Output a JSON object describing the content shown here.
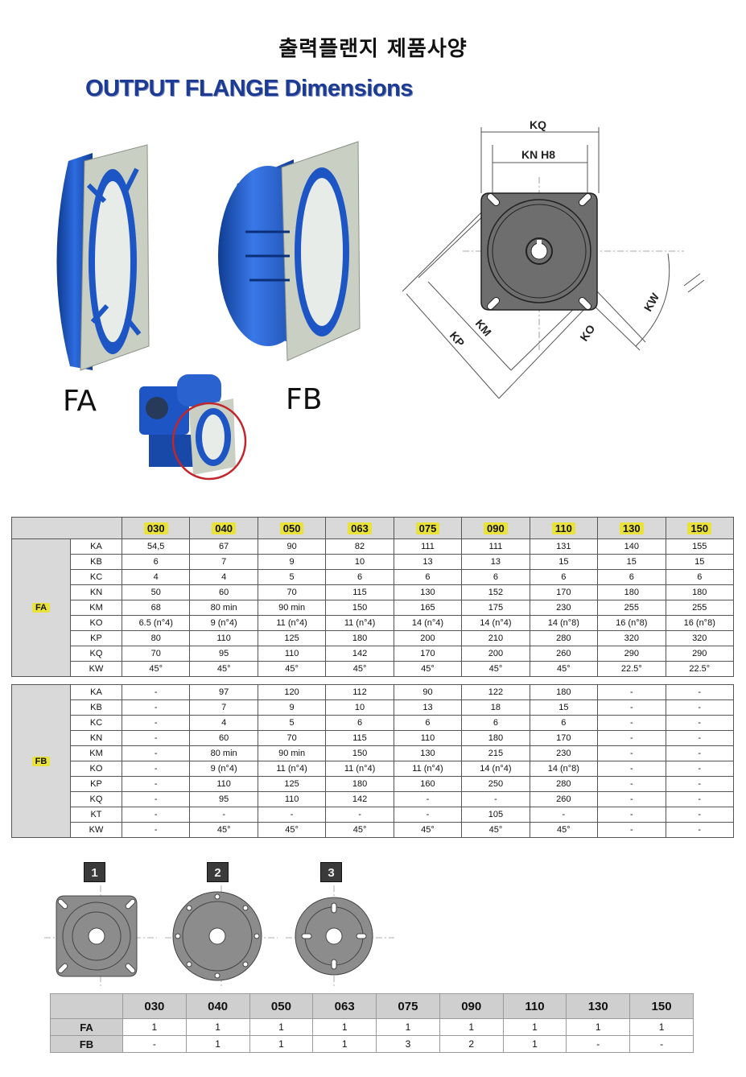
{
  "title_ko": "출력플랜지 제품사양",
  "title_en": "OUTPUT FLANGE Dimensions",
  "photo_labels": {
    "fa": "FA",
    "fb": "FB"
  },
  "drawing_labels": {
    "kq": "KQ",
    "kn": "KN H8",
    "km": "KM",
    "kp": "KP",
    "ko": "KO",
    "kw": "KW"
  },
  "sizes": [
    "030",
    "040",
    "050",
    "063",
    "075",
    "090",
    "110",
    "130",
    "150"
  ],
  "fa_table": {
    "group": "FA",
    "rows": [
      {
        "key": "KA",
        "values": [
          "54,5",
          "67",
          "90",
          "82",
          "111",
          "111",
          "131",
          "140",
          "155"
        ]
      },
      {
        "key": "KB",
        "values": [
          "6",
          "7",
          "9",
          "10",
          "13",
          "13",
          "15",
          "15",
          "15"
        ]
      },
      {
        "key": "KC",
        "values": [
          "4",
          "4",
          "5",
          "6",
          "6",
          "6",
          "6",
          "6",
          "6"
        ]
      },
      {
        "key": "KN",
        "values": [
          "50",
          "60",
          "70",
          "115",
          "130",
          "152",
          "170",
          "180",
          "180"
        ]
      },
      {
        "key": "KM",
        "values": [
          "68",
          "80 min",
          "90 min",
          "150",
          "165",
          "175",
          "230",
          "255",
          "255"
        ]
      },
      {
        "key": "KO",
        "values": [
          "6.5 (n°4)",
          "9 (n°4)",
          "11 (n°4)",
          "11 (n°4)",
          "14 (n°4)",
          "14 (n°4)",
          "14 (n°8)",
          "16 (n°8)",
          "16 (n°8)"
        ]
      },
      {
        "key": "KP",
        "values": [
          "80",
          "110",
          "125",
          "180",
          "200",
          "210",
          "280",
          "320",
          "320"
        ]
      },
      {
        "key": "KQ",
        "values": [
          "70",
          "95",
          "110",
          "142",
          "170",
          "200",
          "260",
          "290",
          "290"
        ]
      },
      {
        "key": "KW",
        "values": [
          "45°",
          "45°",
          "45°",
          "45°",
          "45°",
          "45°",
          "45°",
          "22.5°",
          "22.5°"
        ]
      }
    ]
  },
  "fb_table": {
    "group": "FB",
    "rows": [
      {
        "key": "KA",
        "values": [
          "-",
          "97",
          "120",
          "112",
          "90",
          "122",
          "180",
          "-",
          "-"
        ]
      },
      {
        "key": "KB",
        "values": [
          "-",
          "7",
          "9",
          "10",
          "13",
          "18",
          "15",
          "-",
          "-"
        ]
      },
      {
        "key": "KC",
        "values": [
          "-",
          "4",
          "5",
          "6",
          "6",
          "6",
          "6",
          "-",
          "-"
        ]
      },
      {
        "key": "KN",
        "values": [
          "-",
          "60",
          "70",
          "115",
          "110",
          "180",
          "170",
          "-",
          "-"
        ]
      },
      {
        "key": "KM",
        "values": [
          "-",
          "80 min",
          "90 min",
          "150",
          "130",
          "215",
          "230",
          "-",
          "-"
        ]
      },
      {
        "key": "KO",
        "values": [
          "-",
          "9 (n°4)",
          "11 (n°4)",
          "11 (n°4)",
          "11 (n°4)",
          "14 (n°4)",
          "14 (n°8)",
          "-",
          "-"
        ]
      },
      {
        "key": "KP",
        "values": [
          "-",
          "110",
          "125",
          "180",
          "160",
          "250",
          "280",
          "-",
          "-"
        ]
      },
      {
        "key": "KQ",
        "values": [
          "-",
          "95",
          "110",
          "142",
          "-",
          "-",
          "260",
          "-",
          "-"
        ]
      },
      {
        "key": "KT",
        "values": [
          "-",
          "-",
          "-",
          "-",
          "-",
          "105",
          "-",
          "-",
          "-"
        ]
      },
      {
        "key": "KW",
        "values": [
          "-",
          "45°",
          "45°",
          "45°",
          "45°",
          "45°",
          "45°",
          "-",
          "-"
        ]
      }
    ]
  },
  "shape_types": [
    "1",
    "2",
    "3"
  ],
  "type_table": {
    "rows": [
      {
        "key": "FA",
        "values": [
          "1",
          "1",
          "1",
          "1",
          "1",
          "1",
          "1",
          "1",
          "1"
        ]
      },
      {
        "key": "FB",
        "values": [
          "-",
          "1",
          "1",
          "1",
          "3",
          "2",
          "1",
          "-",
          "-"
        ]
      }
    ]
  },
  "colors": {
    "flange_blue": "#1d56c4",
    "title_blue": "#1d3b93",
    "highlight_yellow": "#e9e23b",
    "circle_red": "#c1262c"
  }
}
